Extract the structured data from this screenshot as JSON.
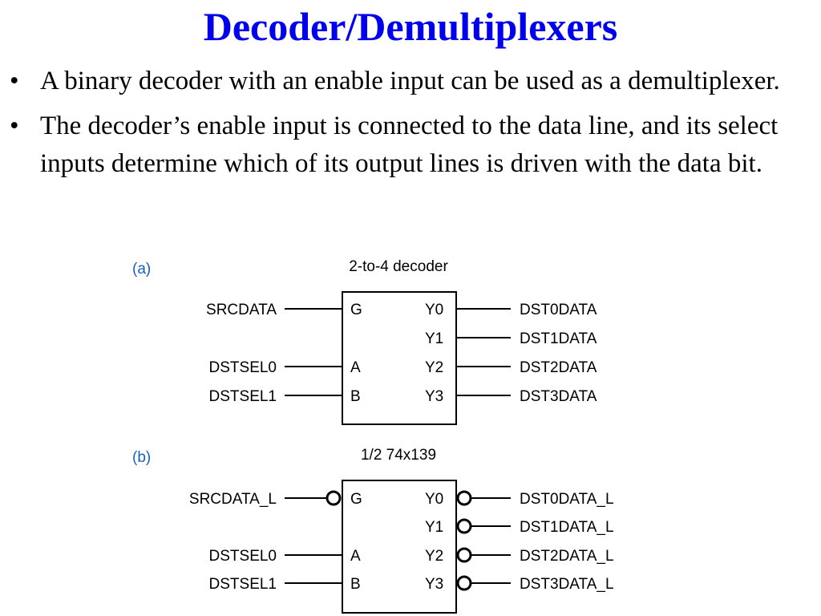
{
  "title": "Decoder/Demultiplexers",
  "bullets": [
    "A binary decoder with an enable input can be used as a demultiplexer.",
    "The decoder’s enable input is connected to the data line, and its select inputs determine which of its output lines is driven with the data bit."
  ],
  "bullet_symbol": "•",
  "diagram_a": {
    "tag": "(a)",
    "caption": "2-to-4 decoder",
    "inputs": [
      "SRCDATA",
      "DSTSEL0",
      "DSTSEL1"
    ],
    "input_pins": [
      "G",
      "A",
      "B"
    ],
    "output_pins": [
      "Y0",
      "Y1",
      "Y2",
      "Y3"
    ],
    "outputs": [
      "DST0DATA",
      "DST1DATA",
      "DST2DATA",
      "DST3DATA"
    ]
  },
  "diagram_b": {
    "tag": "(b)",
    "caption": "1/2 74x139",
    "inputs": [
      "SRCDATA_L",
      "DSTSEL0",
      "DSTSEL1"
    ],
    "input_pins": [
      "G",
      "A",
      "B"
    ],
    "output_pins": [
      "Y0",
      "Y1",
      "Y2",
      "Y3"
    ],
    "outputs": [
      "DST0DATA_L",
      "DST1DATA_L",
      "DST2DATA_L",
      "DST3DATA_L"
    ]
  },
  "colors": {
    "title": "#0000ee",
    "tag": "#1560c8",
    "ink": "#000000"
  }
}
